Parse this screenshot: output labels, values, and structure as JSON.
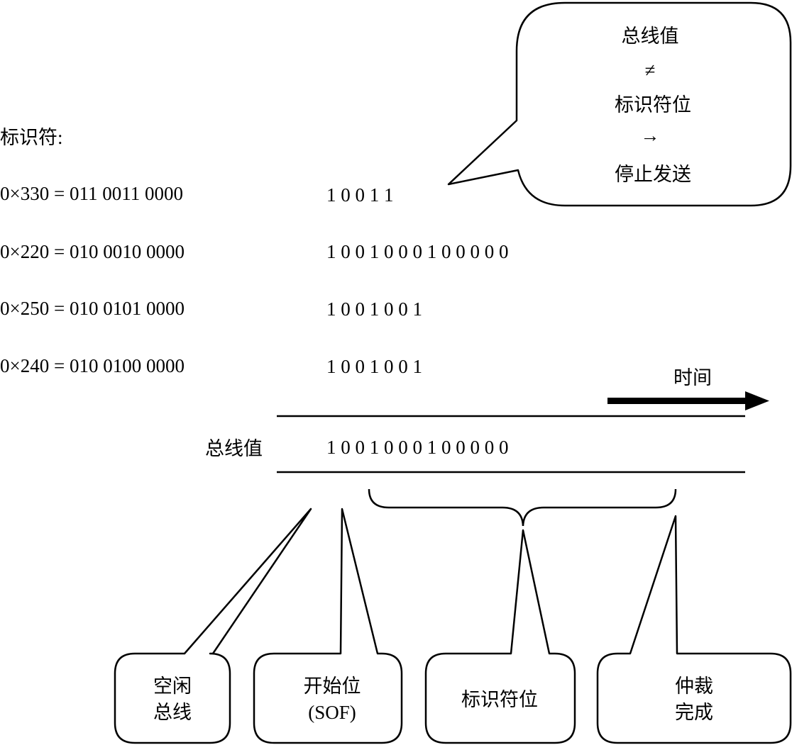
{
  "identifier_title": "标识符:",
  "identifiers": [
    {
      "label": "0×330 = 011 0011 0000",
      "bits": "1 0 0 1 1"
    },
    {
      "label": "0×220 = 010 0010 0000",
      "bits": "1 0 0 1 0 0 0 1 0 0 0 0 0"
    },
    {
      "label": "0×250 = 010 0101 0000",
      "bits": "1 0 0 1 0 0 1"
    },
    {
      "label": "0×240 = 010 0100 0000",
      "bits": "1 0 0 1 0 0 1"
    }
  ],
  "time_label": "时间",
  "bus": {
    "label": "总线值",
    "bits": "1 0 0 1 0 0 0 1 0 0 0 0 0"
  },
  "top_callout": {
    "line1": "总线值",
    "line2": "≠",
    "line3": "标识符位",
    "line4": "→",
    "line5": "停止发送"
  },
  "bottom_callouts": {
    "idle": {
      "line1": "空闲",
      "line2": "总线"
    },
    "sof": {
      "line1": "开始位",
      "line2": "(SOF)"
    },
    "id_bits": {
      "line1": "标识符位"
    },
    "arbitration": {
      "line1": "仲裁",
      "line2": "完成"
    }
  }
}
